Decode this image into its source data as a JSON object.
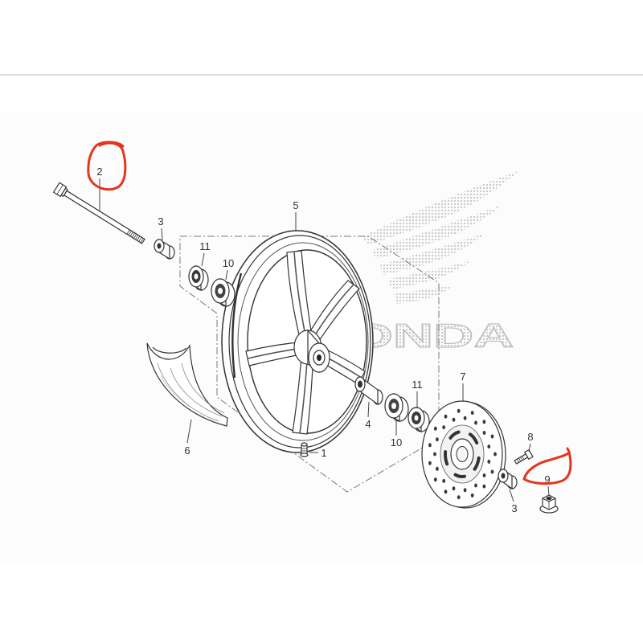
{
  "diagram": {
    "logo_text": "HONDA",
    "callouts": {
      "axle": "2",
      "left_collar": "3",
      "wheel": "5",
      "left_bearing_11": "11",
      "left_bearing_10": "10",
      "fender": "6",
      "valve": "1",
      "spacer": "4",
      "right_bearing_10": "10",
      "right_bearing_11": "11",
      "disc": "7",
      "disc_bolt": "8",
      "disc_nut": "9",
      "right_collar": "3"
    }
  },
  "colors": {
    "annotation": "#e4351f",
    "linework": "#333333",
    "logo": "#c4c4c4",
    "separator": "#d8d8e2"
  }
}
